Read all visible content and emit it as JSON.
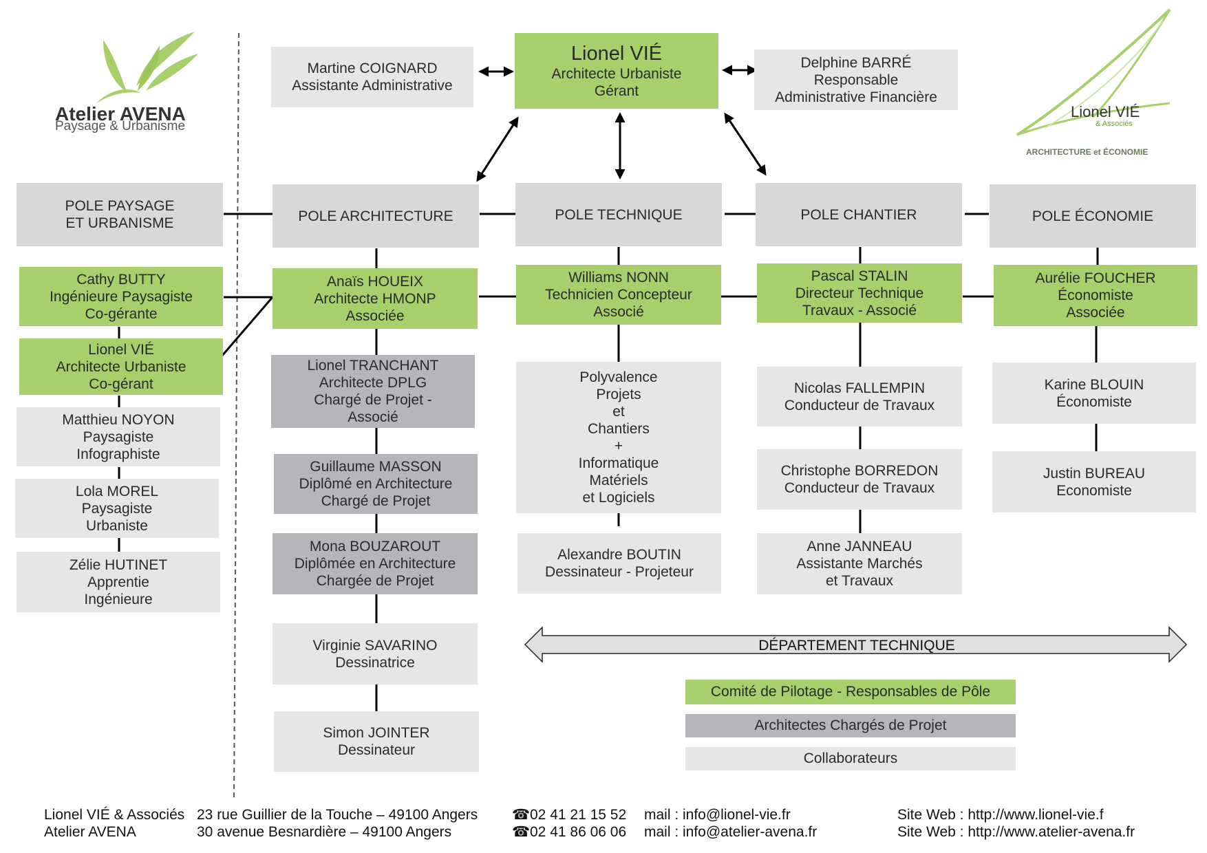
{
  "logo_left": {
    "name": "Atelier AVENA",
    "tagline": "Paysage & Urbanisme"
  },
  "logo_right": {
    "name": "Lionel VIÉ",
    "sub": "& Associés",
    "tagline": "ARCHITECTURE et ÉCONOMIE"
  },
  "top": {
    "head": [
      "Lionel VIÉ",
      "Architecte Urbaniste",
      "Gérant"
    ],
    "left_assistant": [
      "Martine COIGNARD",
      "Assistante Administrative"
    ],
    "right_assistant": [
      "Delphine BARRÉ",
      "Responsable",
      "Administrative Financière"
    ]
  },
  "poles": {
    "paysage": [
      "POLE PAYSAGE",
      "ET URBANISME"
    ],
    "architecture": [
      "POLE ARCHITECTURE"
    ],
    "technique": [
      "POLE TECHNIQUE"
    ],
    "chantier": [
      "POLE CHANTIER"
    ],
    "economie": [
      "POLE ÉCONOMIE"
    ]
  },
  "paysage": [
    [
      "Cathy BUTTY",
      "Ingénieure Paysagiste",
      "Co-gérante"
    ],
    [
      "Lionel VIÉ",
      "Architecte Urbaniste",
      "Co-gérant"
    ],
    [
      "Matthieu NOYON",
      "Paysagiste",
      "Infographiste"
    ],
    [
      "Lola MOREL",
      "Paysagiste",
      "Urbaniste"
    ],
    [
      "Zélie HUTINET",
      "Apprentie",
      "Ingénieure"
    ]
  ],
  "architecture": [
    [
      "Anaïs HOUEIX",
      "Architecte HMONP",
      "Associée"
    ],
    [
      "Lionel TRANCHANT",
      "Architecte DPLG",
      "Chargé de Projet -",
      "Associé"
    ],
    [
      "Guillaume MASSON",
      "Diplômé en Architecture",
      "Chargé de Projet"
    ],
    [
      "Mona BOUZAROUT",
      "Diplômée en Architecture",
      "Chargée de Projet"
    ],
    [
      "Virginie SAVARINO",
      "Dessinatrice"
    ],
    [
      "Simon JOINTER",
      "Dessinateur"
    ]
  ],
  "technique": [
    [
      "Williams NONN",
      "Technicien Concepteur",
      "Associé"
    ],
    [
      "Polyvalence",
      "Projets",
      "et",
      "Chantiers",
      "+",
      "Informatique",
      "Matériels",
      "et Logiciels"
    ],
    [
      "Alexandre BOUTIN",
      "Dessinateur - Projeteur"
    ]
  ],
  "chantier": [
    [
      "Pascal STALIN",
      "Directeur Technique",
      "Travaux - Associé"
    ],
    [
      "Nicolas FALLEMPIN",
      "Conducteur de Travaux"
    ],
    [
      "Christophe BORREDON",
      "Conducteur de Travaux"
    ],
    [
      "Anne JANNEAU",
      "Assistante Marchés",
      "et Travaux"
    ]
  ],
  "economie": [
    [
      "Aurélie FOUCHER",
      "Économiste",
      "Associée"
    ],
    [
      "Karine BLOUIN",
      "Économiste"
    ],
    [
      "Justin BUREAU",
      "Economiste"
    ]
  ],
  "department": "DÉPARTEMENT TECHNIQUE",
  "legend": {
    "green": "Comité de Pilotage - Responsables de Pôle",
    "dgray": "Architectes Chargés de Projet",
    "lgray": "Collaborateurs"
  },
  "colors": {
    "green": "#a7cf6b",
    "dark_gray": "#b6b6ba",
    "light_gray": "#e6e6e6",
    "pole_gray": "#d8d8d8"
  },
  "footer": {
    "rows": [
      {
        "company": "Lionel VIÉ & Associés",
        "address": "23 rue Guillier de la Touche – 49100 Angers",
        "phone": "02 41 21 15 52",
        "mail": "mail : info@lionel-vie.fr",
        "web": "Site Web : http://www.lionel-vie.f"
      },
      {
        "company": "Atelier AVENA",
        "address": "30 avenue Besnardière – 49100 Angers",
        "phone": "02 41 86 06 06",
        "mail": "mail : info@atelier-avena.fr",
        "web": "Site Web : http://www.atelier-avena.fr"
      }
    ]
  }
}
